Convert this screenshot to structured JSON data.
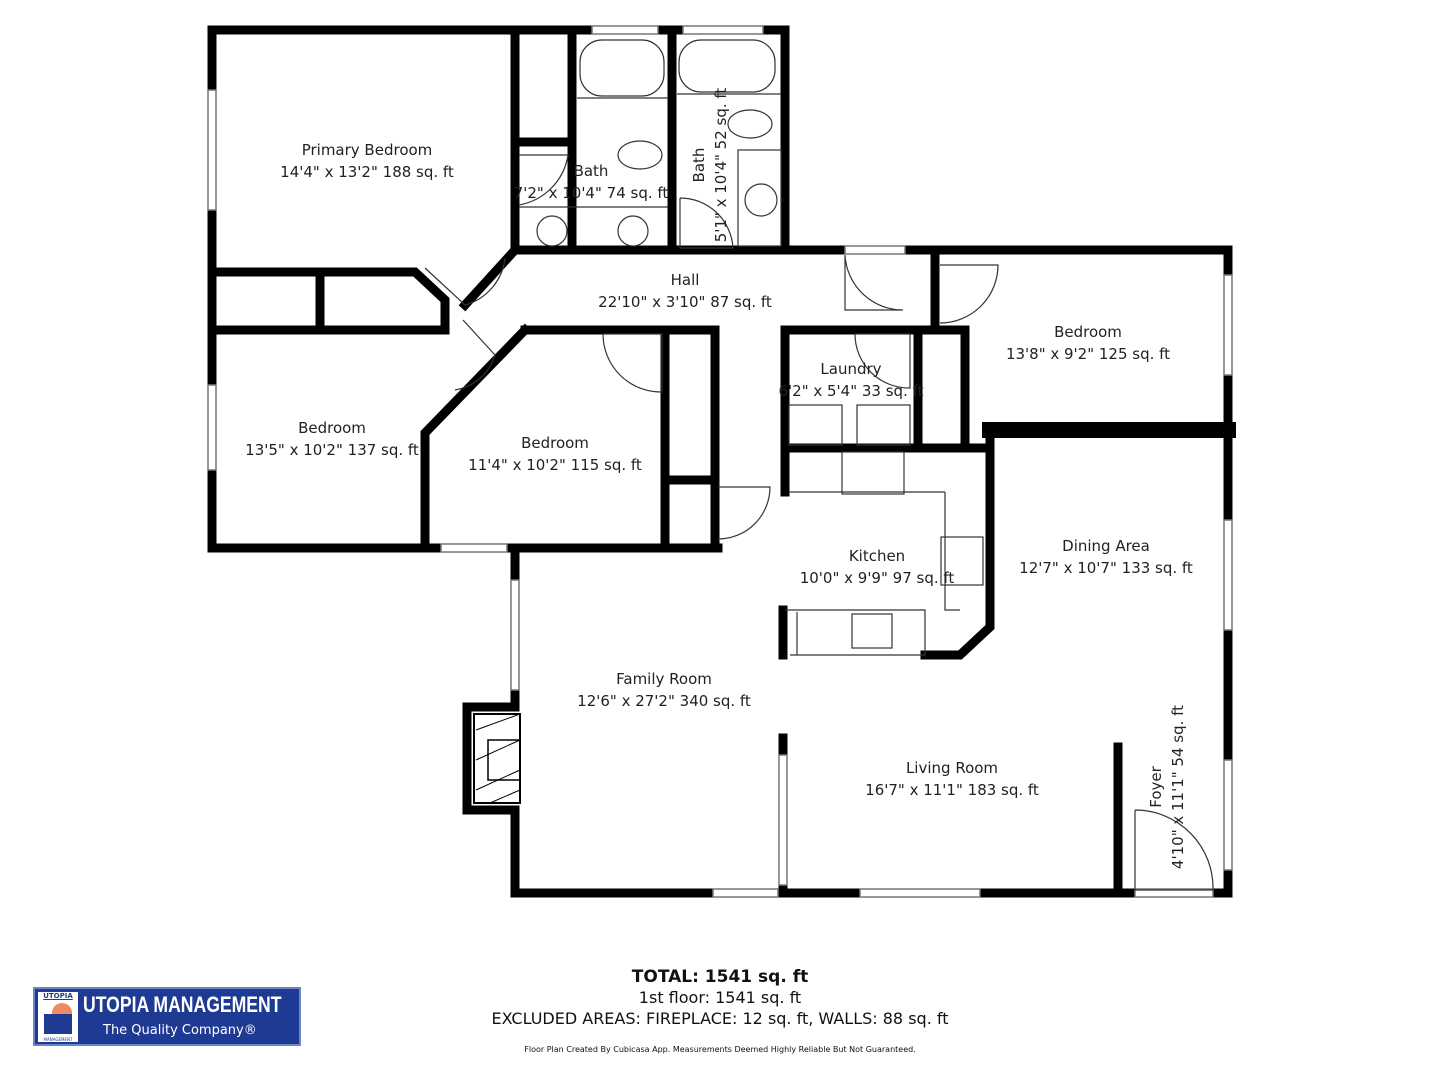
{
  "rooms": [
    {
      "name": "Primary Bedroom",
      "dims": "14'4\" x 13'2\" 188 sq. ft"
    },
    {
      "name": "Bath",
      "dims": "7'2\" x 10'4\" 74 sq. ft"
    },
    {
      "name": "Bath",
      "dims": "5'1\" x 10'4\" 52 sq. ft"
    },
    {
      "name": "Hall",
      "dims": "22'10\" x 3'10\" 87 sq. ft"
    },
    {
      "name": "Bedroom",
      "dims": "13'8\" x 9'2\" 125 sq. ft"
    },
    {
      "name": "Laundry",
      "dims": "6'2\" x 5'4\" 33 sq. ft"
    },
    {
      "name": "Bedroom",
      "dims": "13'5\" x 10'2\" 137 sq. ft"
    },
    {
      "name": "Bedroom",
      "dims": "11'4\" x 10'2\" 115 sq. ft"
    },
    {
      "name": "Kitchen",
      "dims": "10'0\" x 9'9\" 97 sq. ft"
    },
    {
      "name": "Dining Area",
      "dims": "12'7\" x 10'7\" 133 sq. ft"
    },
    {
      "name": "Family Room",
      "dims": "12'6\" x 27'2\" 340 sq. ft"
    },
    {
      "name": "Living Room",
      "dims": "16'7\" x 11'1\" 183 sq. ft"
    },
    {
      "name": "Foyer",
      "dims": "4'10\" x 11'1\" 54 sq. ft"
    }
  ],
  "summary": {
    "total": "TOTAL: 1541 sq. ft",
    "floor": "1st floor: 1541 sq. ft",
    "excluded": "EXCLUDED AREAS: FIREPLACE: 12 sq. ft, WALLS: 88 sq. ft",
    "credit": "Floor Plan Created By Cubicasa App. Measurements Deemed Highly Reliable But Not Guaranteed."
  },
  "logo": {
    "small": "UTOPIA",
    "title": "UTOPIA MANAGEMENT",
    "tagline": "The Quality Company®",
    "small_bottom": "MANAGEMENT",
    "colors": {
      "background": "#1f3a93",
      "sun": "#f08a5d"
    }
  }
}
